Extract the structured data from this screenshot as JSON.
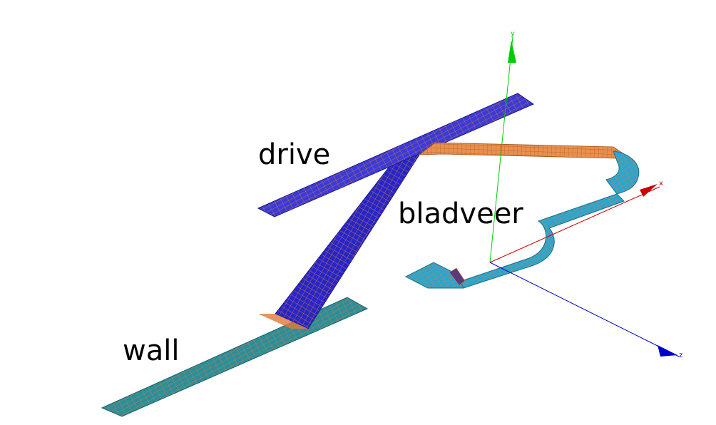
{
  "labels": {
    "drive": "drive",
    "bladveer": "bladveer",
    "wall": "wall"
  },
  "axes": {
    "x": {
      "label": "x",
      "color": "#cc0000"
    },
    "y": {
      "label": "y",
      "color": "#00cc00"
    },
    "z": {
      "label": "z",
      "color": "#0000cc"
    }
  },
  "colors": {
    "drive_fill": "#3a3ad6",
    "bladveer_fill": "#2aa6cf",
    "wall_fill": "#2a8f9a",
    "mesh_line": "#e07a3a"
  }
}
